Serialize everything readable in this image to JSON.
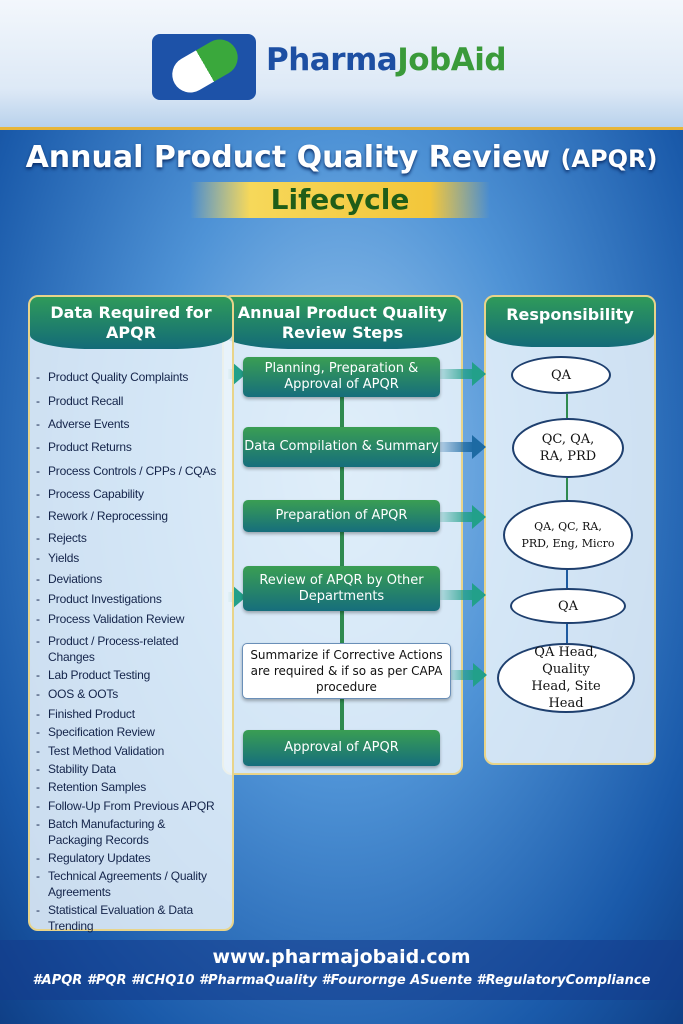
{
  "brand": {
    "name_part1": "Pharma",
    "name_part2": "JobAid"
  },
  "title": {
    "main": "Annual Product Quality Review",
    "abbr": "(APQR)",
    "subtitle": "Lifecycle"
  },
  "data_panel": {
    "heading": "Data Required for APQR",
    "items": [
      "Product Quality Complaints",
      "Product Recall",
      "Adverse Events",
      "Product Returns",
      "Process Controls / CPPs / CQAs",
      "Process Capability",
      "Rework / Reprocessing",
      "Rejects",
      "Yields",
      "Deviations",
      "Product Investigations",
      "Process Validation Review",
      "Product / Process-related Changes",
      "Lab Product Testing",
      "OOS & OOTs",
      "Finished Product",
      "Specification Review",
      "Test Method Validation",
      "Stability Data",
      "Retention Samples",
      "Follow-Up From Previous APQR",
      "Batch Manufacturing & Packaging Records",
      "Regulatory Updates",
      "Technical Agreements / Quality Agreements",
      "Statistical Evaluation & Data Trending"
    ]
  },
  "steps_panel": {
    "heading": "Annual Product Quality Review Steps",
    "steps": [
      "Planning, Preparation & Approval of APQR",
      "Data Compilation & Summary",
      "Preparation of APQR",
      "Review of APQR by Other Departments",
      "Summarize if Corrective Actions are required & if so as per CAPA procedure",
      "Approval of APQR"
    ]
  },
  "responsibility_panel": {
    "heading": "Responsibility",
    "roles": [
      "QA",
      "QC, QA, RA, PRD",
      "QA, QC, RA, PRD, Eng, Micro",
      "QA",
      "QA Head, Quality Head, Site Head"
    ]
  },
  "footer": {
    "url": "www.pharmajobaid.com",
    "hashtags": "#APQR #PQR #ICHQ10 #PharmaQuality #Fourornge ASuente #RegulatoryCompliance"
  }
}
